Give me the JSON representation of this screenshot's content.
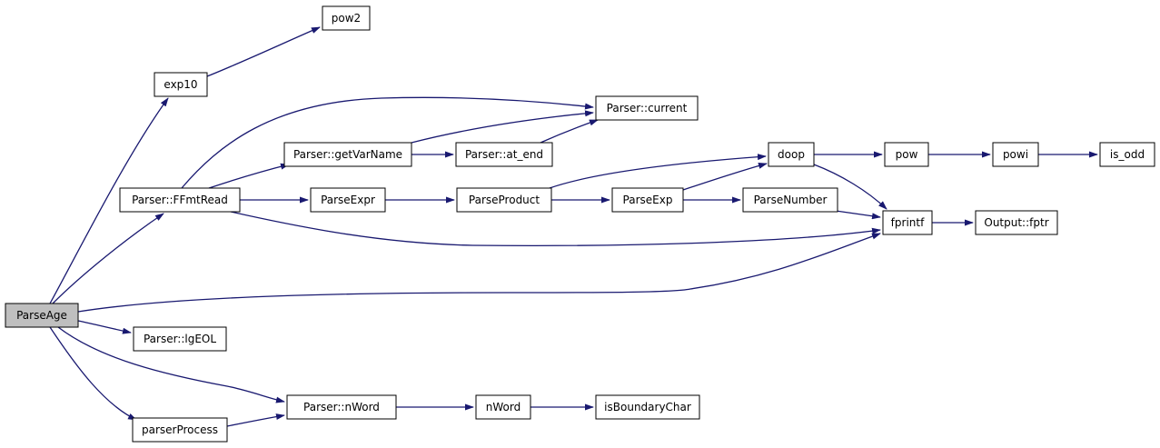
{
  "graph": {
    "colors": {
      "edge": "#191970",
      "node_fill": "#ffffff",
      "root_fill": "#bfbfbf",
      "node_stroke": "#000000"
    },
    "nodes": [
      {
        "id": "ParseAge",
        "label": "ParseAge",
        "root": true
      },
      {
        "id": "pow2",
        "label": "pow2"
      },
      {
        "id": "exp10",
        "label": "exp10"
      },
      {
        "id": "current",
        "label": "Parser::current"
      },
      {
        "id": "getVarName",
        "label": "Parser::getVarName"
      },
      {
        "id": "at_end",
        "label": "Parser::at_end"
      },
      {
        "id": "FFmtRead",
        "label": "Parser::FFmtRead"
      },
      {
        "id": "ParseExpr",
        "label": "ParseExpr"
      },
      {
        "id": "ParseProduct",
        "label": "ParseProduct"
      },
      {
        "id": "ParseExp",
        "label": "ParseExp"
      },
      {
        "id": "ParseNumber",
        "label": "ParseNumber"
      },
      {
        "id": "doop",
        "label": "doop"
      },
      {
        "id": "pow",
        "label": "pow"
      },
      {
        "id": "powi",
        "label": "powi"
      },
      {
        "id": "is_odd",
        "label": "is_odd"
      },
      {
        "id": "fprintf",
        "label": "fprintf"
      },
      {
        "id": "fptr",
        "label": "Output::fptr"
      },
      {
        "id": "lgEOL",
        "label": "Parser::lgEOL"
      },
      {
        "id": "nWordP",
        "label": "Parser::nWord"
      },
      {
        "id": "nWord",
        "label": "nWord"
      },
      {
        "id": "isBoundaryChar",
        "label": "isBoundaryChar"
      },
      {
        "id": "parserProcess",
        "label": "parserProcess"
      }
    ],
    "edges": [
      {
        "from": "exp10",
        "to": "pow2"
      },
      {
        "from": "ParseAge",
        "to": "exp10"
      },
      {
        "from": "FFmtRead",
        "to": "current"
      },
      {
        "from": "getVarName",
        "to": "current"
      },
      {
        "from": "at_end",
        "to": "current"
      },
      {
        "from": "getVarName",
        "to": "at_end"
      },
      {
        "from": "FFmtRead",
        "to": "getVarName"
      },
      {
        "from": "FFmtRead",
        "to": "ParseExpr"
      },
      {
        "from": "ParseExpr",
        "to": "ParseProduct"
      },
      {
        "from": "ParseProduct",
        "to": "doop"
      },
      {
        "from": "ParseProduct",
        "to": "ParseExp"
      },
      {
        "from": "ParseExp",
        "to": "doop"
      },
      {
        "from": "ParseExp",
        "to": "ParseNumber"
      },
      {
        "from": "doop",
        "to": "pow"
      },
      {
        "from": "pow",
        "to": "powi"
      },
      {
        "from": "powi",
        "to": "is_odd"
      },
      {
        "from": "doop",
        "to": "fprintf"
      },
      {
        "from": "ParseNumber",
        "to": "fprintf"
      },
      {
        "from": "FFmtRead",
        "to": "fprintf"
      },
      {
        "from": "ParseAge",
        "to": "fprintf"
      },
      {
        "from": "fprintf",
        "to": "fptr"
      },
      {
        "from": "ParseAge",
        "to": "FFmtRead"
      },
      {
        "from": "ParseAge",
        "to": "lgEOL"
      },
      {
        "from": "ParseAge",
        "to": "nWordP"
      },
      {
        "from": "parserProcess",
        "to": "nWordP"
      },
      {
        "from": "nWordP",
        "to": "nWord"
      },
      {
        "from": "nWord",
        "to": "isBoundaryChar"
      },
      {
        "from": "ParseAge",
        "to": "parserProcess"
      }
    ]
  }
}
